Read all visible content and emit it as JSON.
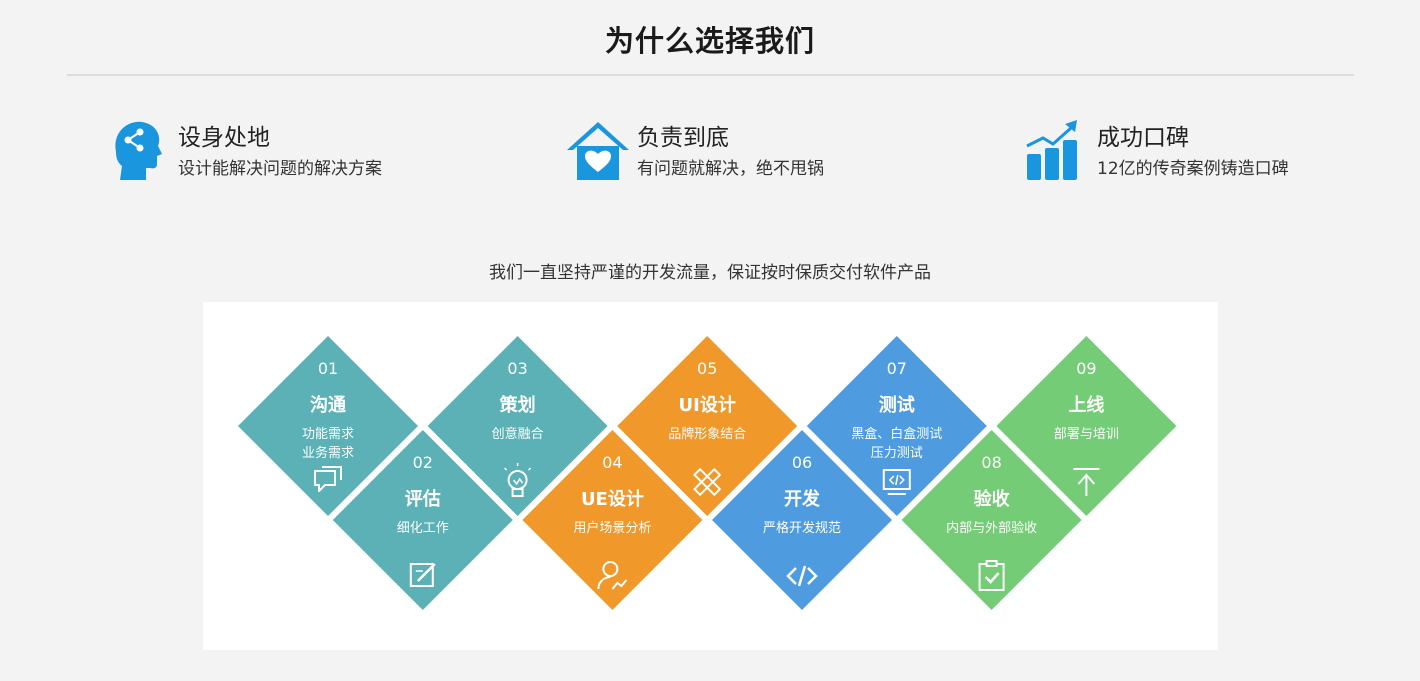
{
  "page": {
    "title": "为什么选择我们",
    "subtitle": "我们一直坚持严谨的开发流量，保证按时保质交付软件产品"
  },
  "colors": {
    "icon_blue": "#1a96de",
    "teal": "#5bb1b5",
    "orange": "#f0982a",
    "blue": "#4e9be0",
    "green": "#74cc76"
  },
  "features": [
    {
      "name": "设身处地",
      "desc": "设计能解决问题的解决方案",
      "icon": "head-share-icon"
    },
    {
      "name": "负责到底",
      "desc": "有问题就解决，绝不甩锅",
      "icon": "home-heart-icon"
    },
    {
      "name": "成功口碑",
      "desc": "12亿的传奇案例铸造口碑",
      "icon": "bar-chart-growth-icon"
    }
  ],
  "process": [
    {
      "num": "01",
      "title": "沟通",
      "desc1": "功能需求",
      "desc2": "业务需求",
      "icon": "chat-icon",
      "color": "#5bb1b5"
    },
    {
      "num": "02",
      "title": "评估",
      "desc1": "细化工作",
      "desc2": "",
      "icon": "edit-note-icon",
      "color": "#5bb1b5"
    },
    {
      "num": "03",
      "title": "策划",
      "desc1": "创意融合",
      "desc2": "",
      "icon": "lightbulb-icon",
      "color": "#5bb1b5"
    },
    {
      "num": "04",
      "title": "UE设计",
      "desc1": "用户场景分析",
      "desc2": "",
      "icon": "user-chart-icon",
      "color": "#f0982a"
    },
    {
      "num": "05",
      "title": "UI设计",
      "desc1": "品牌形象结合",
      "desc2": "",
      "icon": "ruler-pencil-icon",
      "color": "#f0982a"
    },
    {
      "num": "06",
      "title": "开发",
      "desc1": "严格开发规范",
      "desc2": "",
      "icon": "code-icon",
      "color": "#4e9be0"
    },
    {
      "num": "07",
      "title": "测试",
      "desc1": "黑盒、白盒测试",
      "desc2": "压力测试",
      "icon": "monitor-code-icon",
      "color": "#4e9be0"
    },
    {
      "num": "08",
      "title": "验收",
      "desc1": "内部与外部验收",
      "desc2": "",
      "icon": "clipboard-check-icon",
      "color": "#74cc76"
    },
    {
      "num": "09",
      "title": "上线",
      "desc1": "部署与培训",
      "desc2": "",
      "icon": "upload-arrow-icon",
      "color": "#74cc76"
    }
  ]
}
